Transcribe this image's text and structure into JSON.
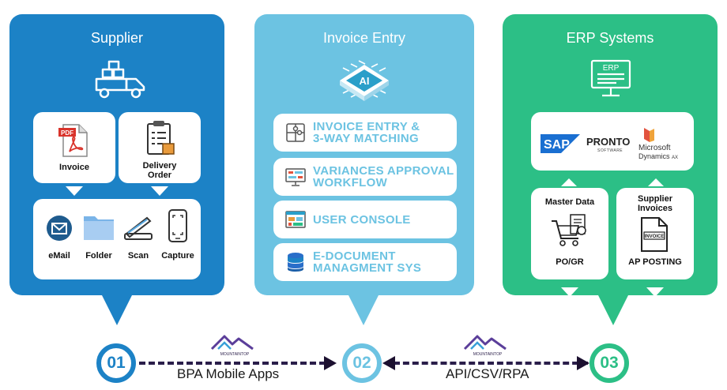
{
  "colors": {
    "supplier": "#1c82c6",
    "invoice": "#6cc3e2",
    "erp": "#2cbf86",
    "dark": "#2a1e4a"
  },
  "supplier": {
    "title": "Supplier",
    "invoice_label": "Invoice",
    "pdf_tag": "PDF",
    "delivery_label_1": "Delivery",
    "delivery_label_2": "Order",
    "channels": [
      "eMail",
      "Folder",
      "Scan",
      "Capture"
    ]
  },
  "invoice_entry": {
    "title": "Invoice Entry",
    "chip_label": "AI",
    "items": [
      {
        "line1": "INVOICE ENTRY &",
        "line2": "3-WAY MATCHING",
        "icon": "puzzle-icon"
      },
      {
        "line1": "VARIANCES APPROVAL",
        "line2": "WORKFLOW",
        "icon": "workflow-monitor-icon"
      },
      {
        "line1": "USER CONSOLE",
        "line2": "",
        "icon": "dashboard-icon"
      },
      {
        "line1": "E-DOCUMENT",
        "line2": "MANAGMENT SYS",
        "icon": "database-icon"
      }
    ]
  },
  "erp": {
    "title": "ERP Systems",
    "monitor_label": "ERP",
    "logos": {
      "sap": "SAP",
      "pronto": "PRONTO",
      "pronto_sub": "SOFTWARE",
      "ms1": "Microsoft",
      "ms2": "Dynamics",
      "ms_ax": "AX"
    },
    "master": {
      "title": "Master Data",
      "caption": "PO/GR"
    },
    "supplier_invoices": {
      "title_1": "Supplier",
      "title_2": "Invoices",
      "doc_label": "INVOICE",
      "caption": "AP POSTING"
    }
  },
  "flow": {
    "steps": [
      "01",
      "02",
      "03"
    ],
    "connector_1": "BPA Mobile Apps",
    "connector_2": "API/CSV/RPA",
    "brand": "MOUNTAINTOP"
  }
}
